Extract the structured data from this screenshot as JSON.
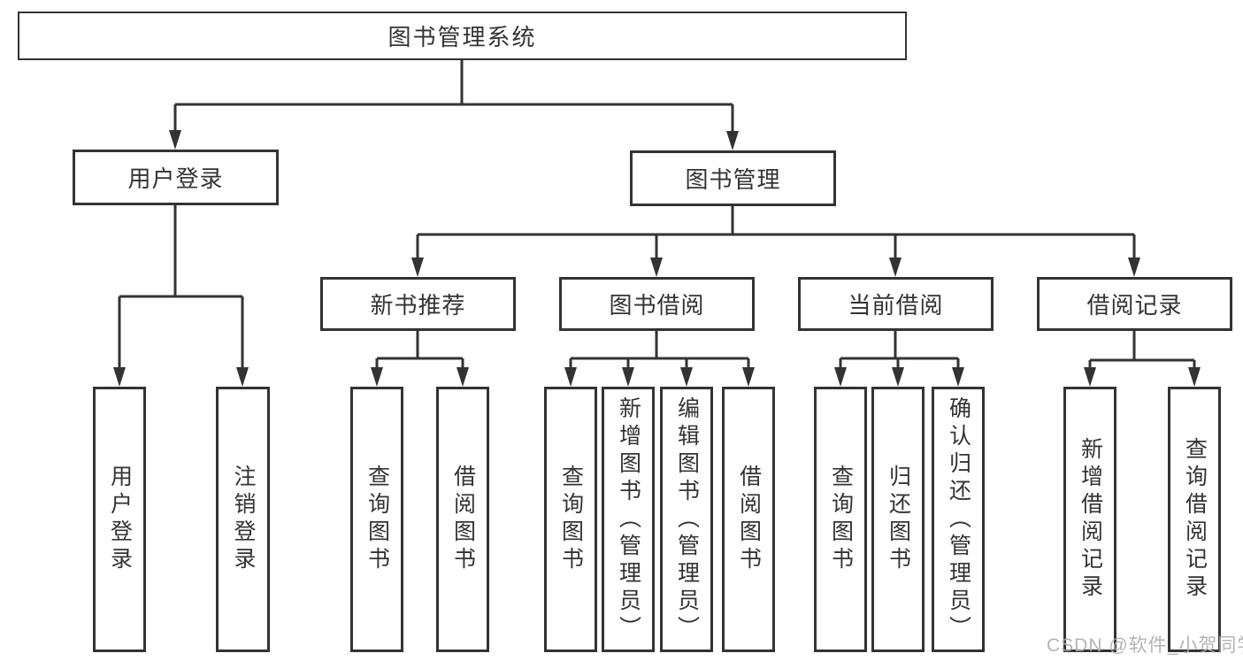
{
  "tree": {
    "label": "图书管理系统",
    "children": [
      {
        "label": "用户登录",
        "children": [
          {
            "label": "用户登录"
          },
          {
            "label": "注销登录"
          }
        ]
      },
      {
        "label": "图书管理",
        "children": [
          {
            "label": "新书推荐",
            "children": [
              {
                "label": "查询图书"
              },
              {
                "label": "借阅图书"
              }
            ]
          },
          {
            "label": "图书借阅",
            "children": [
              {
                "label": "查询图书"
              },
              {
                "label": "新增图书（管理员）"
              },
              {
                "label": "编辑图书（管理员）"
              },
              {
                "label": "借阅图书"
              }
            ]
          },
          {
            "label": "当前借阅",
            "children": [
              {
                "label": "查询图书"
              },
              {
                "label": "归还图书"
              },
              {
                "label": "确认归还（管理员）"
              }
            ]
          },
          {
            "label": "借阅记录",
            "children": [
              {
                "label": "新增借阅记录"
              },
              {
                "label": "查询借阅记录"
              }
            ]
          }
        ]
      }
    ]
  },
  "watermark": "CSDN @软件_小贺同学",
  "colors": {
    "line": "#333333",
    "box_border": "#333333",
    "text": "#333333",
    "watermark": "#acacac",
    "background": "#ffffff"
  }
}
